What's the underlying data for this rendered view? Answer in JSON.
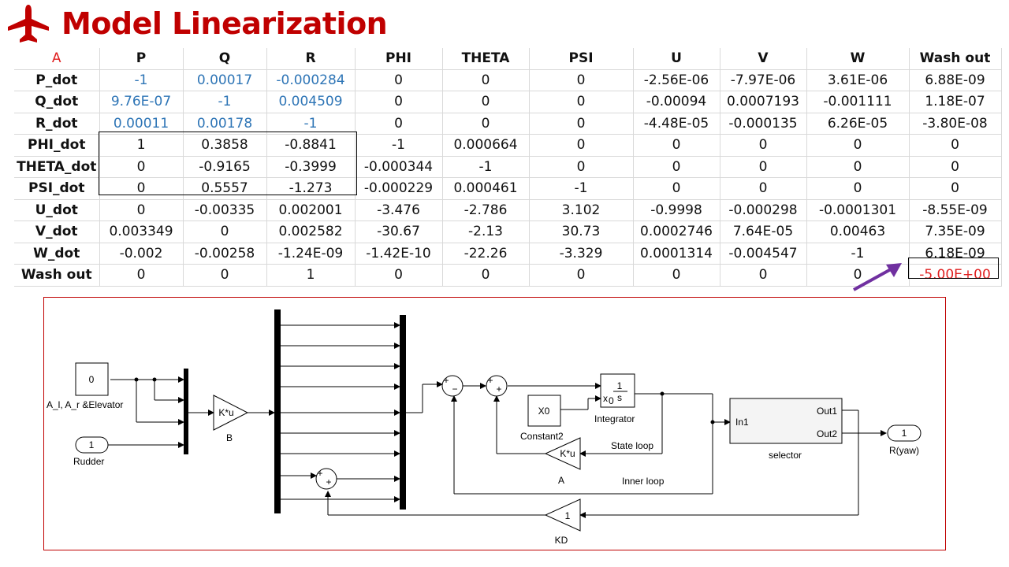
{
  "title": "Model Linearization",
  "colors": {
    "title": "#c00000",
    "blue_values": "#2e75b6",
    "red_values": "#e02020",
    "arrow": "#7030a0",
    "frame": "#c00000"
  },
  "icons": {
    "title_icon": "airplane-icon"
  },
  "table": {
    "corner": "A",
    "columns": [
      "P",
      "Q",
      "R",
      "PHI",
      "THETA",
      "PSI",
      "U",
      "V",
      "W",
      "Wash out"
    ],
    "rows": [
      {
        "label": "P_dot",
        "cells": [
          "-1",
          "0.00017",
          "-0.000284",
          "0",
          "0",
          "0",
          "-2.56E-06",
          "-7.97E-06",
          "3.61E-06",
          "6.88E-09"
        ]
      },
      {
        "label": "Q_dot",
        "cells": [
          "9.76E-07",
          "-1",
          "0.004509",
          "0",
          "0",
          "0",
          "-0.00094",
          "0.0007193",
          "-0.001111",
          "1.18E-07"
        ]
      },
      {
        "label": "R_dot",
        "cells": [
          "0.00011",
          "0.00178",
          "-1",
          "0",
          "0",
          "0",
          "-4.48E-05",
          "-0.000135",
          "6.26E-05",
          "-3.80E-08"
        ]
      },
      {
        "label": "PHI_dot",
        "cells": [
          "1",
          "0.3858",
          "-0.8841",
          "-1",
          "0.000664",
          "0",
          "0",
          "0",
          "0",
          "0"
        ]
      },
      {
        "label": "THETA_dot",
        "cells": [
          "0",
          "-0.9165",
          "-0.3999",
          "-0.000344",
          "-1",
          "0",
          "0",
          "0",
          "0",
          "0"
        ]
      },
      {
        "label": "PSI_dot",
        "cells": [
          "0",
          "0.5557",
          "-1.273",
          "-0.000229",
          "0.000461",
          "-1",
          "0",
          "0",
          "0",
          "0"
        ]
      },
      {
        "label": "U_dot",
        "cells": [
          "0",
          "-0.00335",
          "0.002001",
          "-3.476",
          "-2.786",
          "3.102",
          "-0.9998",
          "-0.000298",
          "-0.0001301",
          "-8.55E-09"
        ]
      },
      {
        "label": "V_dot",
        "cells": [
          "0.003349",
          "0",
          "0.002582",
          "-30.67",
          "-2.13",
          "30.73",
          "0.0002746",
          "7.64E-05",
          "0.00463",
          "7.35E-09"
        ]
      },
      {
        "label": "W_dot",
        "cells": [
          "-0.002",
          "-0.00258",
          "-1.24E-09",
          "-1.42E-10",
          "-22.26",
          "-3.329",
          "0.0001314",
          "-0.004547",
          "-1",
          "6.18E-09"
        ]
      },
      {
        "label": "Wash out",
        "cells": [
          "0",
          "0",
          "1",
          "0",
          "0",
          "0",
          "0",
          "0",
          "0",
          "-5.00E+00"
        ]
      }
    ]
  },
  "diagram": {
    "const_value": "0",
    "const_label": "A_l, A_r &Elevator",
    "inport_number": "1",
    "inport_label": "Rudder",
    "gain_b_text": "K*u",
    "gain_b_label": "B",
    "sum_sign_plus": "+",
    "sum_sign_minus": "−",
    "integrator_num": "1",
    "integrator_den": "s",
    "integrator_x0": "x",
    "integrator_x0_sub": "0",
    "integrator_label": "Integrator",
    "x0_text": "X0",
    "x0_label": "Constant2",
    "gain_a_text": "K*u",
    "gain_a_label": "A",
    "state_loop": "State loop",
    "inner_loop": "Inner loop",
    "selector_in": "In1",
    "selector_out1": "Out1",
    "selector_out2": "Out2",
    "selector_label": "selector",
    "outport_number": "1",
    "outport_label": "R(yaw)",
    "kd_value": "1",
    "kd_label": "KD"
  }
}
